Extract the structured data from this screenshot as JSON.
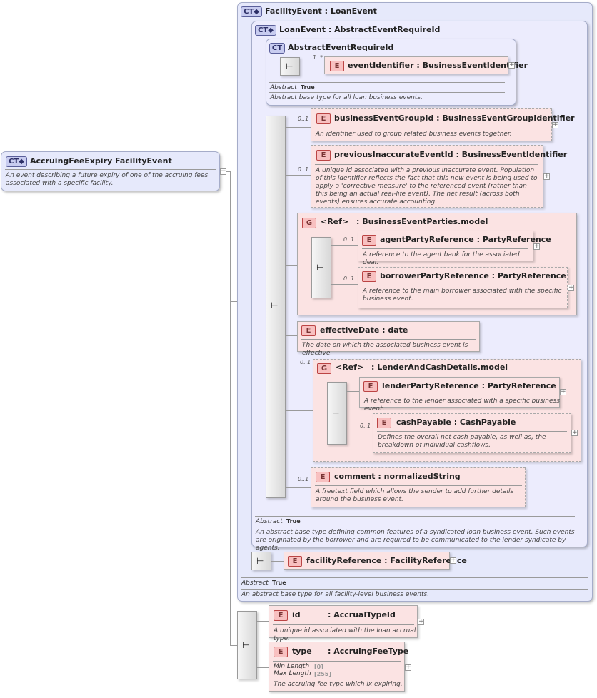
{
  "root": {
    "badge": "CT",
    "name": "AccruingFeeExpiry",
    "base": "FacilityEvent",
    "description": "An event describing a future expiry of one of the accruing fees associated with a specific facility."
  },
  "facility_event": {
    "badge": "CT",
    "title": "FacilityEvent : LoanEvent",
    "abstract_label": "Abstract",
    "abstract_value": "True",
    "description": "An abstract base type for all facility-level business events."
  },
  "loan_event": {
    "badge": "CT",
    "title": "LoanEvent : AbstractEventRequireId",
    "abstract_label": "Abstract",
    "abstract_value": "True",
    "description": "An abstract base type defining common features of a syndicated loan business event. Such events are originated by the borrower and are required to be communicated to the lender syndicate by agents."
  },
  "abstract_event": {
    "badge": "CT",
    "title": "AbstractEventRequireId",
    "abstract_label": "Abstract",
    "abstract_value": "True",
    "description": "Abstract base type for all loan business events.",
    "event_identifier": {
      "badge": "E",
      "title": "eventIdentifier : BusinessEventIdentifier",
      "card": "1..*"
    }
  },
  "elements": {
    "business_event_group_id": {
      "badge": "E",
      "card": "0..1",
      "title": "businessEventGroupId : BusinessEventGroupIdentifier",
      "description": "An identifier used to group related business events together."
    },
    "previous_inaccurate_event_id": {
      "badge": "E",
      "card": "0..1",
      "title": "previousInaccurateEventId : BusinessEventIdentifier",
      "description": "A unique id associated with a previous inaccurate event. Population of this identifier reflects the fact that this new event is being used to apply a 'corrective measure' to the referenced event (rather than this being an actual real-life event). The net result (across both events) ensures accurate accounting."
    },
    "business_event_parties": {
      "badge": "G",
      "title_ref": "<Ref>",
      "title_name": ": BusinessEventParties.model",
      "agent": {
        "badge": "E",
        "card": "0..1",
        "title": "agentPartyReference : PartyReference",
        "description": "A reference to the agent bank for the associated deal."
      },
      "borrower": {
        "badge": "E",
        "card": "0..1",
        "title": "borrowerPartyReference : PartyReference",
        "description": "A reference to the main borrower associated with the specific business event."
      }
    },
    "effective_date": {
      "badge": "E",
      "title": "effectiveDate : date",
      "description": "The date on which the associated business event is effective."
    },
    "lender_and_cash": {
      "badge": "G",
      "card": "0..1",
      "title_ref": "<Ref>",
      "title_name": ": LenderAndCashDetails.model",
      "lender": {
        "badge": "E",
        "title": "lenderPartyReference : PartyReference",
        "description": "A reference to the lender associated with a specific business event."
      },
      "cash": {
        "badge": "E",
        "card": "0..1",
        "title": "cashPayable : CashPayable",
        "description": "Defines the overall net cash payable, as well as, the breakdown of individual cashflows."
      }
    },
    "comment": {
      "badge": "E",
      "card": "0..1",
      "title": "comment : normalizedString",
      "description": "A freetext field which allows the sender to add further details around the business event."
    },
    "facility_reference": {
      "badge": "E",
      "title": "facilityReference : FacilityReference"
    }
  },
  "own": {
    "id": {
      "badge": "E",
      "name": "id",
      "type": ": AccrualTypeId",
      "description": "A unique id associated with the loan accrual type."
    },
    "type": {
      "badge": "E",
      "name": "type",
      "type": ": AccruingFeeType",
      "min_label": "Min Length",
      "min_value": "[0]",
      "max_label": "Max Length",
      "max_value": "[255]",
      "description": "The accruing fee type which ix expiring."
    }
  },
  "icons": {
    "expand": "+",
    "collapse": "−"
  }
}
